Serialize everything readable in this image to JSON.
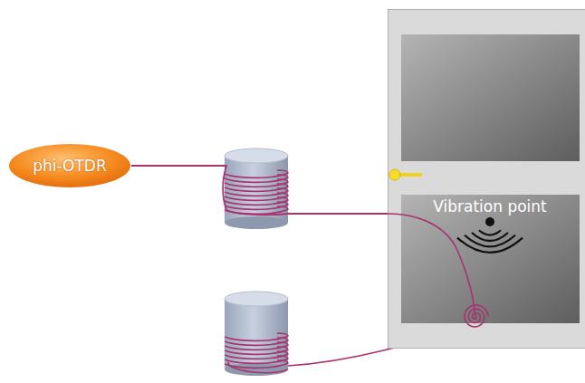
{
  "diagram": {
    "nodes": [
      {
        "text": [
          "phi-OTDR"
        ]
      },
      {
        "text": [
          "Vibration point"
        ]
      }
    ],
    "edges": [
      {
        "from": 0,
        "to": 1,
        "arrow": "none"
      }
    ]
  }
}
